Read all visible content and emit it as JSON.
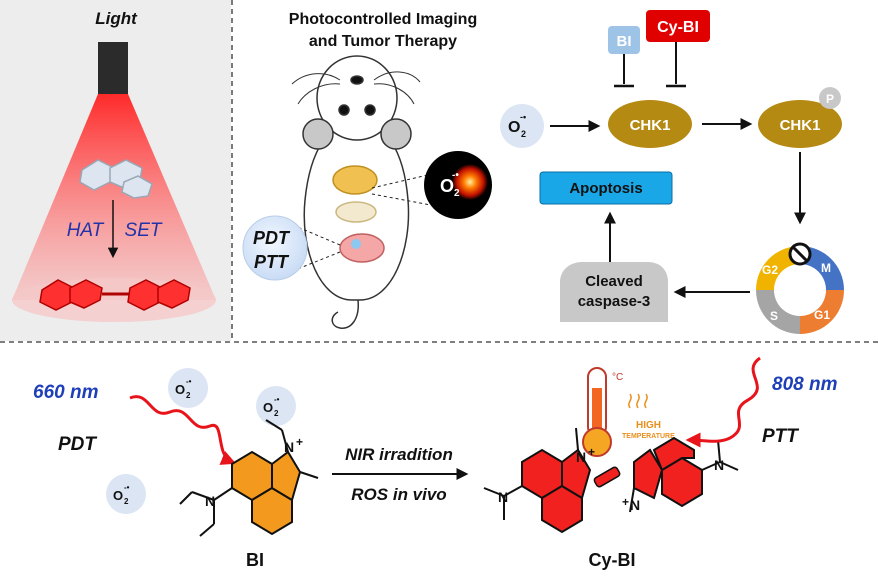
{
  "light_panel": {
    "title": "Light",
    "hat": "HAT",
    "set": "SET"
  },
  "imaging_panel": {
    "title_line1": "Photocontrolled Imaging",
    "title_line2": "and Tumor Therapy",
    "pdt": "PDT",
    "ptt": "PTT",
    "superoxide": "O",
    "superoxide_sub": "2",
    "superoxide_sup": "-•"
  },
  "pathway": {
    "bi": "BI",
    "cy_bi": "Cy-BI",
    "superoxide": "O",
    "superoxide_sub": "2",
    "superoxide_sup": "-•",
    "chk1": "CHK1",
    "chk1_p": "CHK1",
    "phospho": "P",
    "apoptosis": "Apoptosis",
    "caspase_line1": "Cleaved",
    "caspase_line2": "caspase-3",
    "cycle": {
      "g2": "G2",
      "m": "M",
      "s": "S",
      "g1": "G1"
    }
  },
  "bottom": {
    "wl_660": "660 nm",
    "wl_808": "808 nm",
    "pdt": "PDT",
    "ptt": "PTT",
    "o2": "O",
    "o2_sub": "2",
    "o2_sup": "-•",
    "nir": "NIR irradition",
    "ros": "ROS in vivo",
    "bi_label": "BI",
    "cybi_label": "Cy-BI",
    "plus": "+",
    "n": "N",
    "temp_unit": "°C",
    "high": "HIGH",
    "temperature": "TEMPERATURE"
  },
  "colors": {
    "red_arrow": "#e8141b",
    "blue_text": "#1f3fb8",
    "chk1": "#b58a12",
    "bi_box": "#9dc3e6",
    "cybi_box": "#e00000",
    "apoptosis": "#1aa7e8",
    "caspase": "#c8c8c8",
    "bi_core": "#f39a1e",
    "cy_core": "#f0211e"
  }
}
